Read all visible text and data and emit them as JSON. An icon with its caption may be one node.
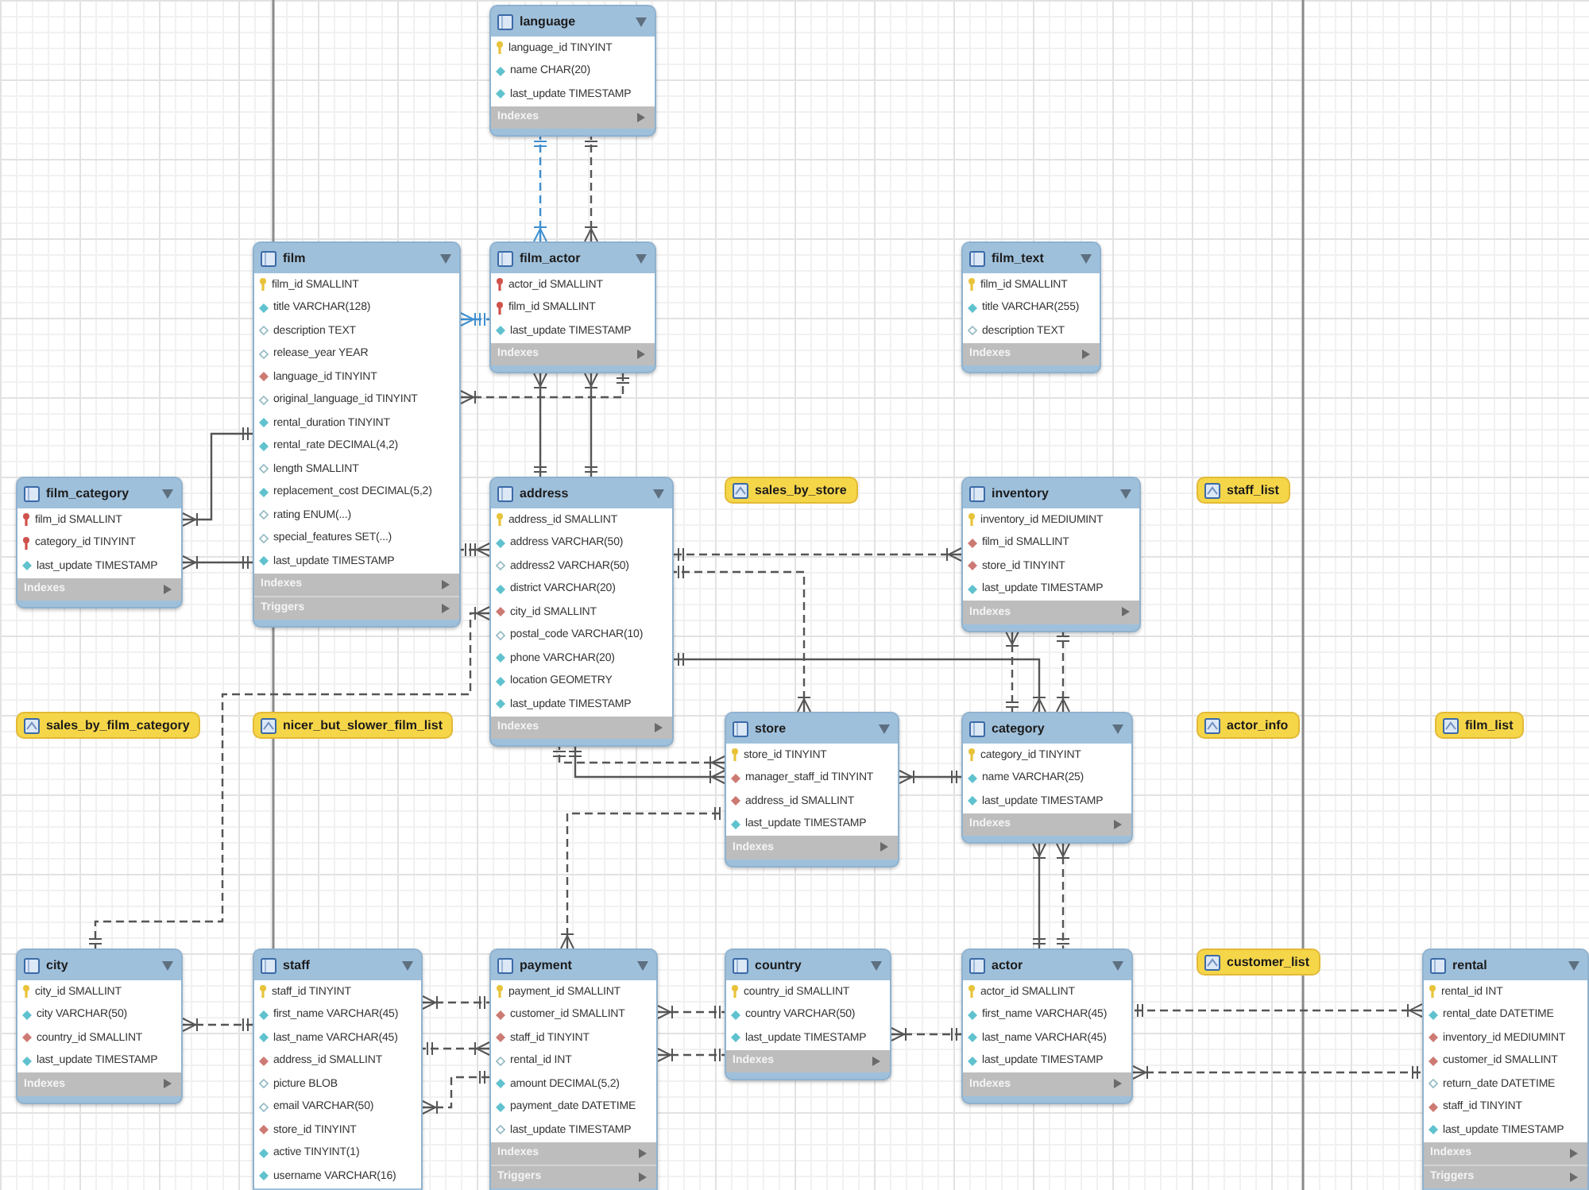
{
  "diagram": {
    "nodes": [
      {
        "text": [
          "language",
          "language_id TINYINT",
          "name CHAR(20)",
          "last_update TIMESTAMP",
          "Indexes"
        ]
      },
      {
        "text": [
          "film",
          "film_id SMALLINT",
          "title VARCHAR(128)",
          "description TEXT",
          "release_year YEAR",
          "language_id TINYINT",
          "original_language_id TINYINT",
          "rental_duration TINYINT",
          "rental_rate DECIMAL(4,2)",
          "length SMALLINT",
          "replacement_cost DECIMAL(5,2)",
          "rating ENUM(...)",
          "special_features SET(...)",
          "last_update TIMESTAMP",
          "Indexes",
          "Triggers"
        ]
      },
      {
        "text": [
          "film_actor",
          "actor_id SMALLINT",
          "film_id SMALLINT",
          "last_update TIMESTAMP",
          "Indexes"
        ]
      },
      {
        "text": [
          "film_text",
          "film_id SMALLINT",
          "title VARCHAR(255)",
          "description TEXT",
          "Indexes"
        ]
      },
      {
        "text": [
          "film_category",
          "film_id SMALLINT",
          "category_id TINYINT",
          "last_update TIMESTAMP",
          "Indexes"
        ]
      },
      {
        "text": [
          "address",
          "address_id SMALLINT",
          "address VARCHAR(50)",
          "address2 VARCHAR(50)",
          "district VARCHAR(20)",
          "city_id SMALLINT",
          "postal_code VARCHAR(10)",
          "phone VARCHAR(20)",
          "location GEOMETRY",
          "last_update TIMESTAMP",
          "Indexes"
        ]
      },
      {
        "text": [
          "sales_by_store"
        ]
      },
      {
        "text": [
          "inventory",
          "inventory_id MEDIUMINT",
          "film_id SMALLINT",
          "store_id TINYINT",
          "last_update TIMESTAMP",
          "Indexes"
        ]
      },
      {
        "text": [
          "staff_list"
        ]
      },
      {
        "text": [
          "sales_by_film_category"
        ]
      },
      {
        "text": [
          "nicer_but_slower_film_list"
        ]
      },
      {
        "text": [
          "store",
          "store_id TINYINT",
          "manager_staff_id TINYINT",
          "address_id SMALLINT",
          "last_update TIMESTAMP",
          "Indexes"
        ]
      },
      {
        "text": [
          "category",
          "category_id TINYINT",
          "name VARCHAR(25)",
          "last_update TIMESTAMP",
          "Indexes"
        ]
      },
      {
        "text": [
          "actor_info"
        ]
      },
      {
        "text": [
          "film_list"
        ]
      },
      {
        "text": [
          "city",
          "city_id SMALLINT",
          "city VARCHAR(50)",
          "country_id SMALLINT",
          "last_update TIMESTAMP",
          "Indexes"
        ]
      },
      {
        "text": [
          "staff",
          "staff_id TINYINT",
          "first_name VARCHAR(45)",
          "last_name VARCHAR(45)",
          "address_id SMALLINT",
          "picture BLOB",
          "email VARCHAR(50)",
          "store_id TINYINT",
          "active TINYINT(1)",
          "username VARCHAR(16)"
        ]
      },
      {
        "text": [
          "payment",
          "payment_id SMALLINT",
          "customer_id SMALLINT",
          "staff_id TINYINT",
          "rental_id INT",
          "amount DECIMAL(5,2)",
          "payment_date DATETIME",
          "last_update TIMESTAMP",
          "Indexes",
          "Triggers"
        ]
      },
      {
        "text": [
          "country",
          "country_id SMALLINT",
          "country VARCHAR(50)",
          "last_update TIMESTAMP",
          "Indexes"
        ]
      },
      {
        "text": [
          "actor",
          "actor_id SMALLINT",
          "first_name VARCHAR(45)",
          "last_name VARCHAR(45)",
          "last_update TIMESTAMP",
          "Indexes"
        ]
      },
      {
        "text": [
          "customer_list"
        ]
      },
      {
        "text": [
          "rental",
          "rental_id INT",
          "rental_date DATETIME",
          "inventory_id MEDIUMINT",
          "customer_id SMALLINT",
          "return_date DATETIME",
          "staff_id TINYINT",
          "last_update TIMESTAMP",
          "Indexes",
          "Triggers"
        ]
      }
    ],
    "edges": [
      {
        "from": 2,
        "to": 0,
        "arrow": "other",
        "style": "dashed",
        "color": "#3d8fd1"
      },
      {
        "from": 2,
        "to": 0,
        "arrow": "other",
        "style": "dashed"
      },
      {
        "from": 1,
        "to": 2,
        "arrow": "other",
        "style": "dashed",
        "color": "#3d8fd1"
      },
      {
        "from": 2,
        "to": 5,
        "arrow": "other"
      },
      {
        "from": 2,
        "to": 5,
        "arrow": "other"
      },
      {
        "from": 1,
        "to": 2,
        "arrow": "other",
        "style": "dashed"
      },
      {
        "from": 4,
        "to": 1,
        "arrow": "other"
      },
      {
        "from": 4,
        "to": 1,
        "arrow": "other"
      },
      {
        "from": 5,
        "to": 1,
        "arrow": "other",
        "style": "dashed"
      },
      {
        "from": 7,
        "to": 5,
        "arrow": "other",
        "style": "dashed"
      },
      {
        "from": 11,
        "to": 5,
        "arrow": "other",
        "style": "dashed"
      },
      {
        "from": 12,
        "to": 5,
        "arrow": "other"
      },
      {
        "from": 7,
        "to": 12,
        "arrow": "other",
        "style": "dashed"
      },
      {
        "from": 12,
        "to": 7,
        "arrow": "other",
        "style": "dashed"
      },
      {
        "from": 11,
        "to": 5,
        "arrow": "other",
        "style": "dashed"
      },
      {
        "from": 11,
        "to": 5,
        "arrow": "other"
      },
      {
        "from": 17,
        "to": 11,
        "arrow": "other",
        "style": "dashed"
      },
      {
        "from": 11,
        "to": 12,
        "arrow": "other"
      },
      {
        "from": 12,
        "to": 19,
        "arrow": "other"
      },
      {
        "from": 12,
        "to": 19,
        "arrow": "other",
        "style": "dashed"
      },
      {
        "from": 18,
        "to": 19,
        "arrow": "other",
        "style": "dashed"
      },
      {
        "from": 21,
        "to": 19,
        "arrow": "other",
        "style": "dashed"
      },
      {
        "from": 19,
        "to": 21,
        "arrow": "other",
        "style": "dashed"
      },
      {
        "from": 17,
        "to": 18,
        "arrow": "other",
        "style": "dashed"
      },
      {
        "from": 17,
        "to": 18,
        "arrow": "other",
        "style": "dashed"
      },
      {
        "from": 16,
        "to": 17,
        "arrow": "other",
        "style": "dashed"
      },
      {
        "from": 17,
        "to": 16,
        "arrow": "other",
        "style": "dashed"
      },
      {
        "from": 16,
        "to": 17,
        "arrow": "other",
        "style": "dashed"
      },
      {
        "from": 15,
        "to": 16,
        "arrow": "other",
        "style": "dashed"
      },
      {
        "from": 5,
        "to": 15,
        "arrow": "other",
        "style": "dashed"
      }
    ]
  }
}
